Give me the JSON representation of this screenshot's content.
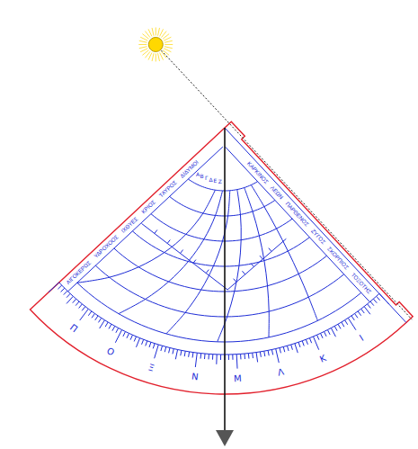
{
  "diagram": {
    "labels": [
      "ΑΙΓΟΚΕΡΩΣ",
      "ΥΔΡΟΧΟΟΣ",
      "ΙΧΘΥΕΣ",
      "ΚΡΙΟΣ",
      "ΤΑΥΡΟΣ",
      "ΔΙΔΥΜΟΙ",
      "ΚΑΡΚΙΝΟΣ",
      "ΛΕΩΝ",
      "ΠΑΡΘΕΝΟΣ",
      "ΖΥΓΟΣ",
      "ΣΚΟΡΠΙΟΣ",
      "ΤΟΞΟΤΗΣ",
      "Π",
      "Ο",
      "Ξ",
      "Ν",
      "Μ",
      "Λ",
      "Κ",
      "Ι",
      "Α",
      "Β",
      "Γ",
      "Δ",
      "Ε",
      "Ζ"
    ]
  }
}
